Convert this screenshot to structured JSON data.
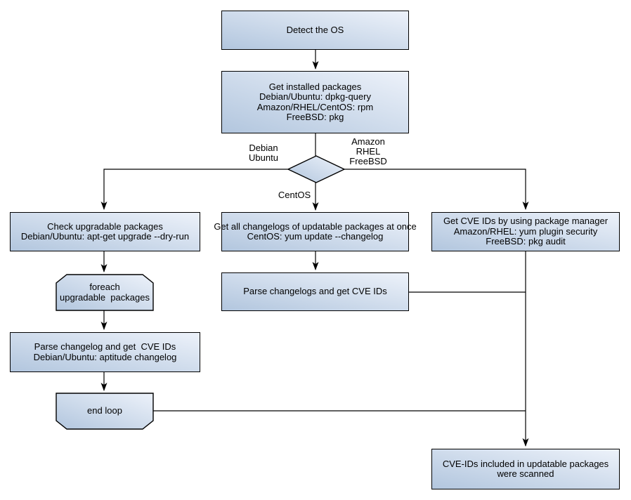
{
  "colors": {
    "node_fill_dark": "#b2c6de",
    "node_fill_light": "#edf2fa",
    "stroke": "#000000",
    "background": "#ffffff"
  },
  "nodes": {
    "detect_os": "Detect the OS",
    "get_installed": "Get installed packages\nDebian/Ubuntu: dpkg-query\nAmazon/RHEL/CentOS: rpm\nFreeBSD: pkg",
    "check_upgradable": "Check upgradable packages\nDebian/Ubuntu: apt-get upgrade --dry-run",
    "foreach_loop": "foreach\nupgradable  packages",
    "parse_changelog_deb": "Parse changelog and get  CVE IDs\nDebian/Ubuntu: aptitude changelog",
    "end_loop": "end loop",
    "get_changelogs": "Get all changelogs of updatable packages at once\nCentOS: yum update --changelog",
    "parse_changelogs": "Parse changelogs and get CVE IDs",
    "get_cve_pkgmgr": "Get CVE IDs by using package manager\nAmazon/RHEL: yum plugin security\nFreeBSD: pkg audit",
    "result": "CVE-IDs included in updatable packages\nwere scanned"
  },
  "branch_labels": {
    "left": "Debian\nUbuntu",
    "right": "Amazon\nRHEL\nFreeBSD",
    "down": "CentOS"
  },
  "edges": [
    {
      "from": "detect_os",
      "to": "get_installed"
    },
    {
      "from": "get_installed",
      "to": "os_decision"
    },
    {
      "from": "os_decision",
      "to": "check_upgradable",
      "label": "Debian Ubuntu"
    },
    {
      "from": "os_decision",
      "to": "get_changelogs",
      "label": "CentOS"
    },
    {
      "from": "os_decision",
      "to": "get_cve_pkgmgr",
      "label": "Amazon RHEL FreeBSD"
    },
    {
      "from": "check_upgradable",
      "to": "foreach_loop"
    },
    {
      "from": "foreach_loop",
      "to": "parse_changelog_deb"
    },
    {
      "from": "parse_changelog_deb",
      "to": "end_loop"
    },
    {
      "from": "get_changelogs",
      "to": "parse_changelogs"
    },
    {
      "from": "end_loop",
      "to": "result"
    },
    {
      "from": "parse_changelogs",
      "to": "result"
    },
    {
      "from": "get_cve_pkgmgr",
      "to": "result"
    }
  ]
}
